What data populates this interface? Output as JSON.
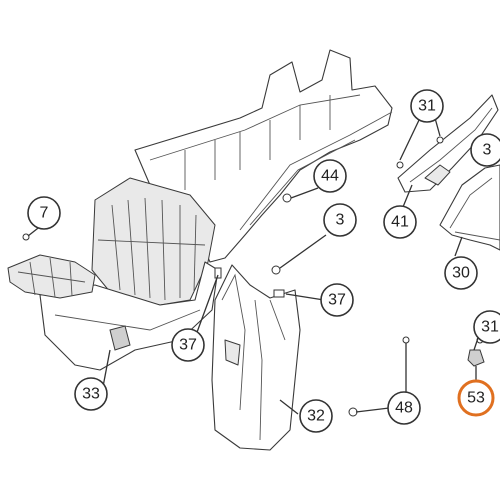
{
  "callouts": [
    {
      "id": "c31a",
      "label": "31"
    },
    {
      "id": "c3a",
      "label": "3"
    },
    {
      "id": "c44",
      "label": "44"
    },
    {
      "id": "c7",
      "label": "7"
    },
    {
      "id": "c3b",
      "label": "3"
    },
    {
      "id": "c41",
      "label": "41"
    },
    {
      "id": "c30",
      "label": "30"
    },
    {
      "id": "c37a",
      "label": "37"
    },
    {
      "id": "c37b",
      "label": "37"
    },
    {
      "id": "c31b",
      "label": "31"
    },
    {
      "id": "c33",
      "label": "33"
    },
    {
      "id": "c48",
      "label": "48"
    },
    {
      "id": "c53",
      "label": "53",
      "highlighted": true
    },
    {
      "id": "c32",
      "label": "32"
    }
  ],
  "highlight_color": "#e07020"
}
